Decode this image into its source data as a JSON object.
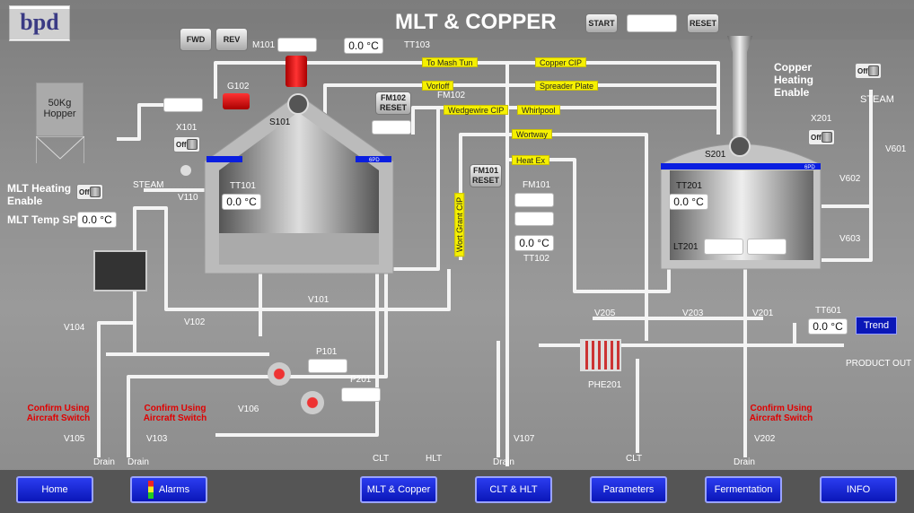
{
  "header": {
    "title": "MLT & COPPER",
    "start_label": "START",
    "reset_label": "RESET",
    "start_field": ""
  },
  "logo": {
    "text": "bpd"
  },
  "motor": {
    "fwd": "FWD",
    "rev": "REV",
    "m101_label": "M101",
    "m101_value": ""
  },
  "tt103": {
    "label": "TT103",
    "value": "0.0 °C"
  },
  "tags": {
    "to_mash_tun": "To Mash Tun",
    "copper_cip": "Copper CIP",
    "vorloff": "Vorloff",
    "spreader_plate": "Spreader Plate",
    "wedgewire_cip": "Wedgewire CIP",
    "whirlpool": "Whirlpool",
    "wortway": "Wortway",
    "heat_ex": "Heat Ex",
    "wort_grant_cip": "Wort Grant CIP"
  },
  "fm102": {
    "label": "FM102",
    "reset": "FM102 RESET",
    "value": ""
  },
  "fm101": {
    "label": "FM101",
    "reset": "FM101 RESET",
    "value1": "",
    "value2": ""
  },
  "tt102": {
    "label": "TT102",
    "value": "0.0 °C"
  },
  "hopper": {
    "label": "50Kg Hopper"
  },
  "g102": {
    "label": "G102",
    "value": ""
  },
  "x101": {
    "label": "X101",
    "state": "Off"
  },
  "s101": {
    "label": "S101"
  },
  "tt101": {
    "label": "TT101",
    "value": "0.0 °C"
  },
  "mlt": {
    "heating_label": "MLT Heating Enable",
    "heating_state": "Off",
    "temp_sp_label": "MLT Temp SP",
    "temp_sp_value": "0.0 °C",
    "badge": "6PD"
  },
  "steam_left": "STEAM",
  "v110": "V110",
  "copper": {
    "heating_label": "Copper Heating Enable",
    "heating_state": "Off",
    "badge": "6PD"
  },
  "steam_right": "STEAM",
  "x201": {
    "label": "X201",
    "state": "Off"
  },
  "s201": "S201",
  "tt201": {
    "label": "TT201",
    "value": "0.0 °C"
  },
  "lt201": {
    "label": "LT201",
    "value1": "",
    "value2": ""
  },
  "tt601": {
    "label": "TT601",
    "value": "0.0 °C",
    "trend": "Trend"
  },
  "valves": {
    "v601": "V601",
    "v602": "V602",
    "v603": "V603",
    "v205": "V205",
    "v203": "V203",
    "v201": "V201",
    "v101": "V101",
    "v102": "V102",
    "v104": "V104",
    "v105": "V105",
    "v103": "V103",
    "v106": "V106",
    "v107": "V107",
    "v202": "V202"
  },
  "pumps": {
    "p101": "P101",
    "p101_value": "",
    "p201": "P201",
    "p201_value": ""
  },
  "phe201": "PHE201",
  "product_out": "PRODUCT OUT",
  "warnings": {
    "w1": "Confirm Using Aircraft Switch",
    "w2": "Confirm Using Aircraft Switch",
    "w3": "Confirm Using Aircraft Switch"
  },
  "outlets": {
    "drain1": "Drain",
    "drain2": "Drain",
    "drain3": "Drain",
    "drain4": "Drain",
    "clt1": "CLT",
    "hlt": "HLT",
    "clt2": "CLT"
  },
  "nav": [
    "Home",
    "Alarms",
    "MLT & Copper",
    "CLT & HLT",
    "Parameters",
    "Fermentation",
    "INFO"
  ],
  "colors": {
    "nav_button": "#0a17b8",
    "tag": "#f5f000",
    "warning": "#e00000",
    "motor": "#e01010",
    "badge": "#0a1ee0"
  }
}
